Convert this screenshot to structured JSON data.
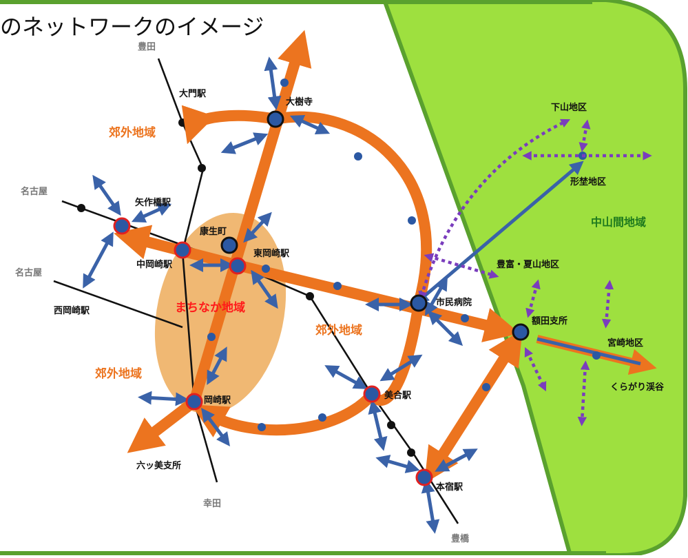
{
  "title": "のネットワークのイメージ",
  "colors": {
    "frame": "#5aa12e",
    "mountain_fill": "#9ee03f",
    "trunk": "#ec741f",
    "center_area": "#edac5a",
    "rail": "#111111",
    "local_arrow": "#3a62a8",
    "node_fill": "#2b58a3",
    "station_ring": "#e02020",
    "demand_arrow": "#7a3dbd"
  },
  "area_labels": {
    "suburban_upper_left": "郊外地域",
    "suburban_lower_left": "郊外地域",
    "suburban_center": "郊外地域",
    "machinaka": "まちなか地域",
    "mountain": "中山間地域"
  },
  "destinations": {
    "toyota": "豊田",
    "nagoya_1": "名古屋",
    "nagoya_2": "名古屋",
    "kota": "幸田",
    "toyohashi": "豊橋"
  },
  "stations": {
    "daimon": "大門駅",
    "yahagibashi": "矢作橋駅",
    "nishiokazaki": "西岡崎駅",
    "nakaokazaki": "中岡崎駅",
    "higashiokazaki": "東岡崎駅",
    "okazaki": "岡崎駅",
    "mitsugi": "美合駅",
    "motojuku": "本宿駅"
  },
  "places": {
    "daijuji": "大樹寺",
    "koseicho": "康生町",
    "shimin_byoin": "市民病院",
    "mutsumi": "六ッ美支所",
    "nukata": "額田支所",
    "shimoyama": "下山地区",
    "keiyo": "形埜地区",
    "toyotomi": "豊富・夏山地区",
    "miyazaki": "宮崎地区",
    "kuragari": "くらがり渓谷"
  }
}
